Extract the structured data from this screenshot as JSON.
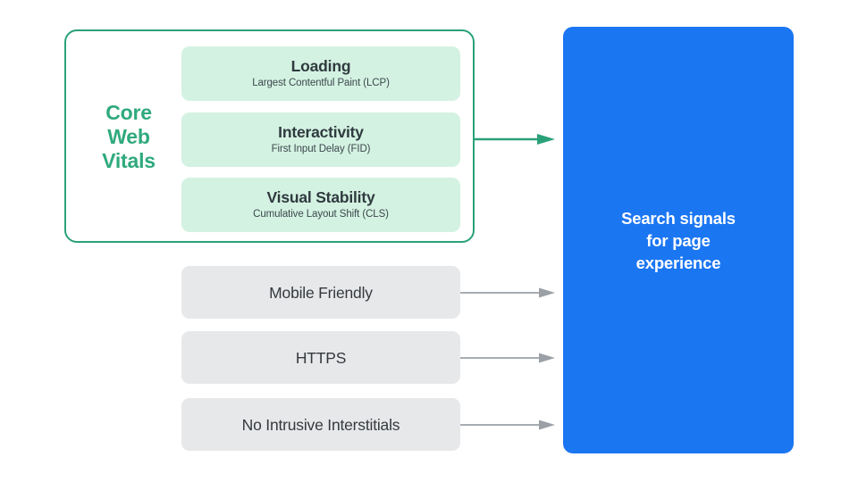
{
  "diagram": {
    "type": "flow",
    "title": "Core Web Vitals and page experience search signals",
    "colors": {
      "green_accent": "#2faa7d",
      "green_border": "#2aa179",
      "green_card_bg": "#d4f2e2",
      "gray_card_bg": "#e7e8ea",
      "blue_box": "#1b76f2",
      "dark_text": "#2f3a3f",
      "gray_arrow": "#9aa0a6",
      "white_text": "#ffffff"
    }
  },
  "core_web_vitals": {
    "group_label": "Core\nWeb\nVitals",
    "group_label_lines": [
      "Core",
      "Web",
      "Vitals"
    ],
    "metrics": [
      {
        "title": "Loading",
        "subtitle": "Largest Contentful Paint (LCP)",
        "abbr": "LCP"
      },
      {
        "title": "Interactivity",
        "subtitle": "First Input Delay (FID)",
        "abbr": "FID"
      },
      {
        "title": "Visual Stability",
        "subtitle": "Cumulative Layout Shift (CLS)",
        "abbr": "CLS"
      }
    ]
  },
  "other_signals": [
    {
      "title": "Mobile Friendly"
    },
    {
      "title": "HTTPS"
    },
    {
      "title": "No Intrusive Interstitials"
    }
  ],
  "outcome": {
    "text": "Search signals\nfor page\nexperience",
    "lines": [
      "Search signals",
      "for page",
      "experience"
    ]
  },
  "connectors": [
    {
      "name": "core-web-vitals-to-outcome",
      "color": "#2aa179",
      "style": "arrow-right"
    },
    {
      "name": "mobile-friendly-to-outcome",
      "color": "#9aa0a6",
      "style": "arrow-right"
    },
    {
      "name": "https-to-outcome",
      "color": "#9aa0a6",
      "style": "arrow-right"
    },
    {
      "name": "no-intrusive-interstitials-to-outcome",
      "color": "#9aa0a6",
      "style": "arrow-right"
    }
  ]
}
